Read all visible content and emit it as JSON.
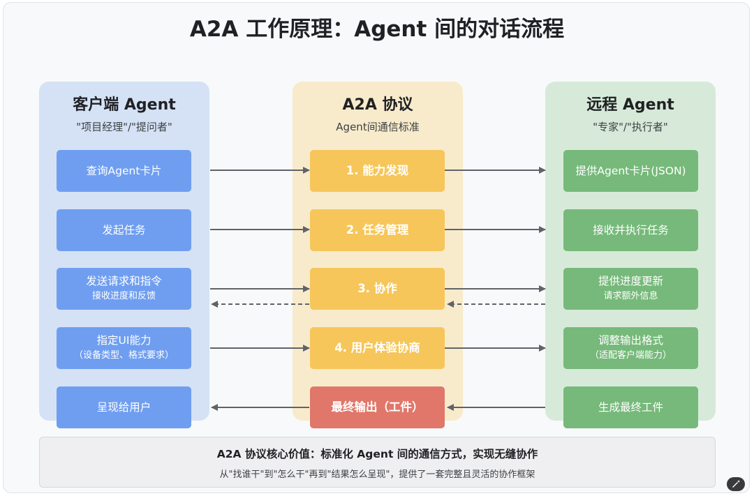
{
  "title": "A2A 工作原理：Agent 间的对话流程",
  "columns": {
    "client": {
      "title": "客户端 Agent",
      "subtitle": "\"项目经理\"/\"提问者\""
    },
    "protocol": {
      "title": "A2A 协议",
      "subtitle": "Agent间通信标准"
    },
    "remote": {
      "title": "远程 Agent",
      "subtitle": "\"专家\"/\"执行者\""
    }
  },
  "client_boxes": [
    {
      "main": "查询Agent卡片",
      "sub": ""
    },
    {
      "main": "发起任务",
      "sub": ""
    },
    {
      "main": "发送请求和指令",
      "sub": "接收进度和反馈"
    },
    {
      "main": "指定UI能力",
      "sub": "（设备类型、格式要求）"
    },
    {
      "main": "呈现给用户",
      "sub": ""
    }
  ],
  "protocol_boxes": [
    {
      "main": "1. 能力发现"
    },
    {
      "main": "2. 任务管理"
    },
    {
      "main": "3. 协作"
    },
    {
      "main": "4. 用户体验协商"
    },
    {
      "main": "最终输出（工件）"
    }
  ],
  "remote_boxes": [
    {
      "main": "提供Agent卡片(JSON)",
      "sub": ""
    },
    {
      "main": "接收并执行任务",
      "sub": ""
    },
    {
      "main": "提供进度更新",
      "sub": "请求额外信息"
    },
    {
      "main": "调整输出格式",
      "sub": "（适配客户端能力）"
    },
    {
      "main": "生成最终工件",
      "sub": ""
    }
  ],
  "summary": {
    "title": "A2A 协议核心价值：标准化 Agent 间的通信方式，实现无缝协作",
    "description": "从\"找谁干\"到\"怎么干\"再到\"结果怎么呈现\"，提供了一套完整且灵活的协作框架"
  },
  "colors": {
    "client_col": "#d5e2f6",
    "protocol_col": "#f8ebcb",
    "remote_col": "#d7ead9",
    "client_box": "#6f9ef0",
    "protocol_box": "#f6c65a",
    "remote_box": "#76b97a",
    "output_box": "#e0776a",
    "arrow": "#5f6368"
  },
  "badge_icon": "sparkle-edit-icon"
}
